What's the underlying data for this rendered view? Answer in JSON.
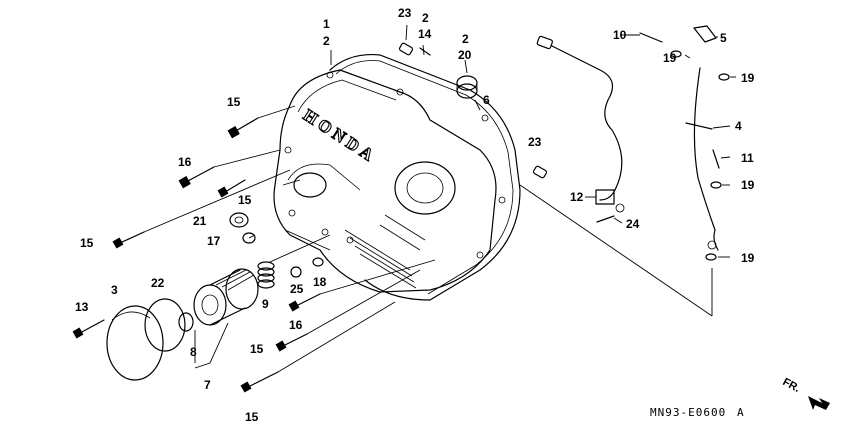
{
  "brand_text": "HONDA",
  "diagram_code": "MN93-E0600",
  "diagram_code_suffix": "A",
  "front_marker": "FR.",
  "callouts": {
    "c1": "1",
    "c2a": "2",
    "c2b": "2",
    "c2c": "2",
    "c3": "3",
    "c4": "4",
    "c5": "5",
    "c6": "6",
    "c7": "7",
    "c8": "8",
    "c9": "9",
    "c10": "10",
    "c11": "11",
    "c12": "12",
    "c13": "13",
    "c14": "14",
    "c15a": "15",
    "c15b": "15",
    "c15c": "15",
    "c15d": "15",
    "c15e": "15",
    "c16a": "16",
    "c16b": "16",
    "c17": "17",
    "c18": "18",
    "c19a": "19",
    "c19b": "19",
    "c19c": "19",
    "c19d": "19",
    "c20": "20",
    "c21": "21",
    "c22": "22",
    "c23a": "23",
    "c23b": "23",
    "c24": "24",
    "c25": "25"
  }
}
